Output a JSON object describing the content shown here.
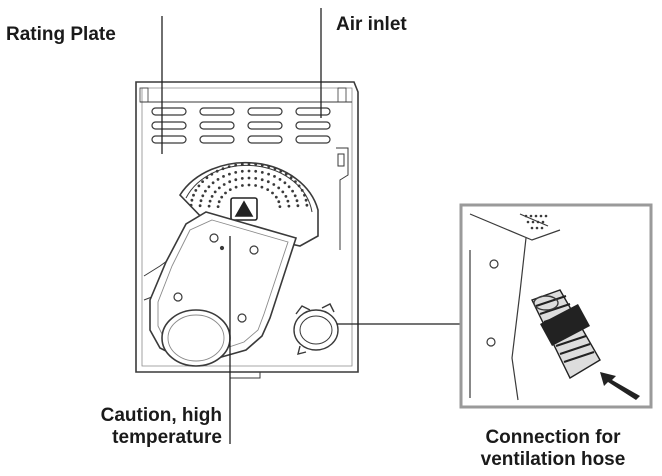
{
  "labels": {
    "rating_plate": "Rating Plate",
    "air_inlet": "Air inlet",
    "caution_line1": "Caution, high",
    "caution_line2": "temperature",
    "connection_line1": "Connection for",
    "connection_line2": "ventilation hose"
  },
  "colors": {
    "line": "#3a3a3a",
    "light_line": "#8a8a8a",
    "inset_frame": "#9a9a9a",
    "hose_dark": "#222222",
    "background": "#ffffff"
  }
}
